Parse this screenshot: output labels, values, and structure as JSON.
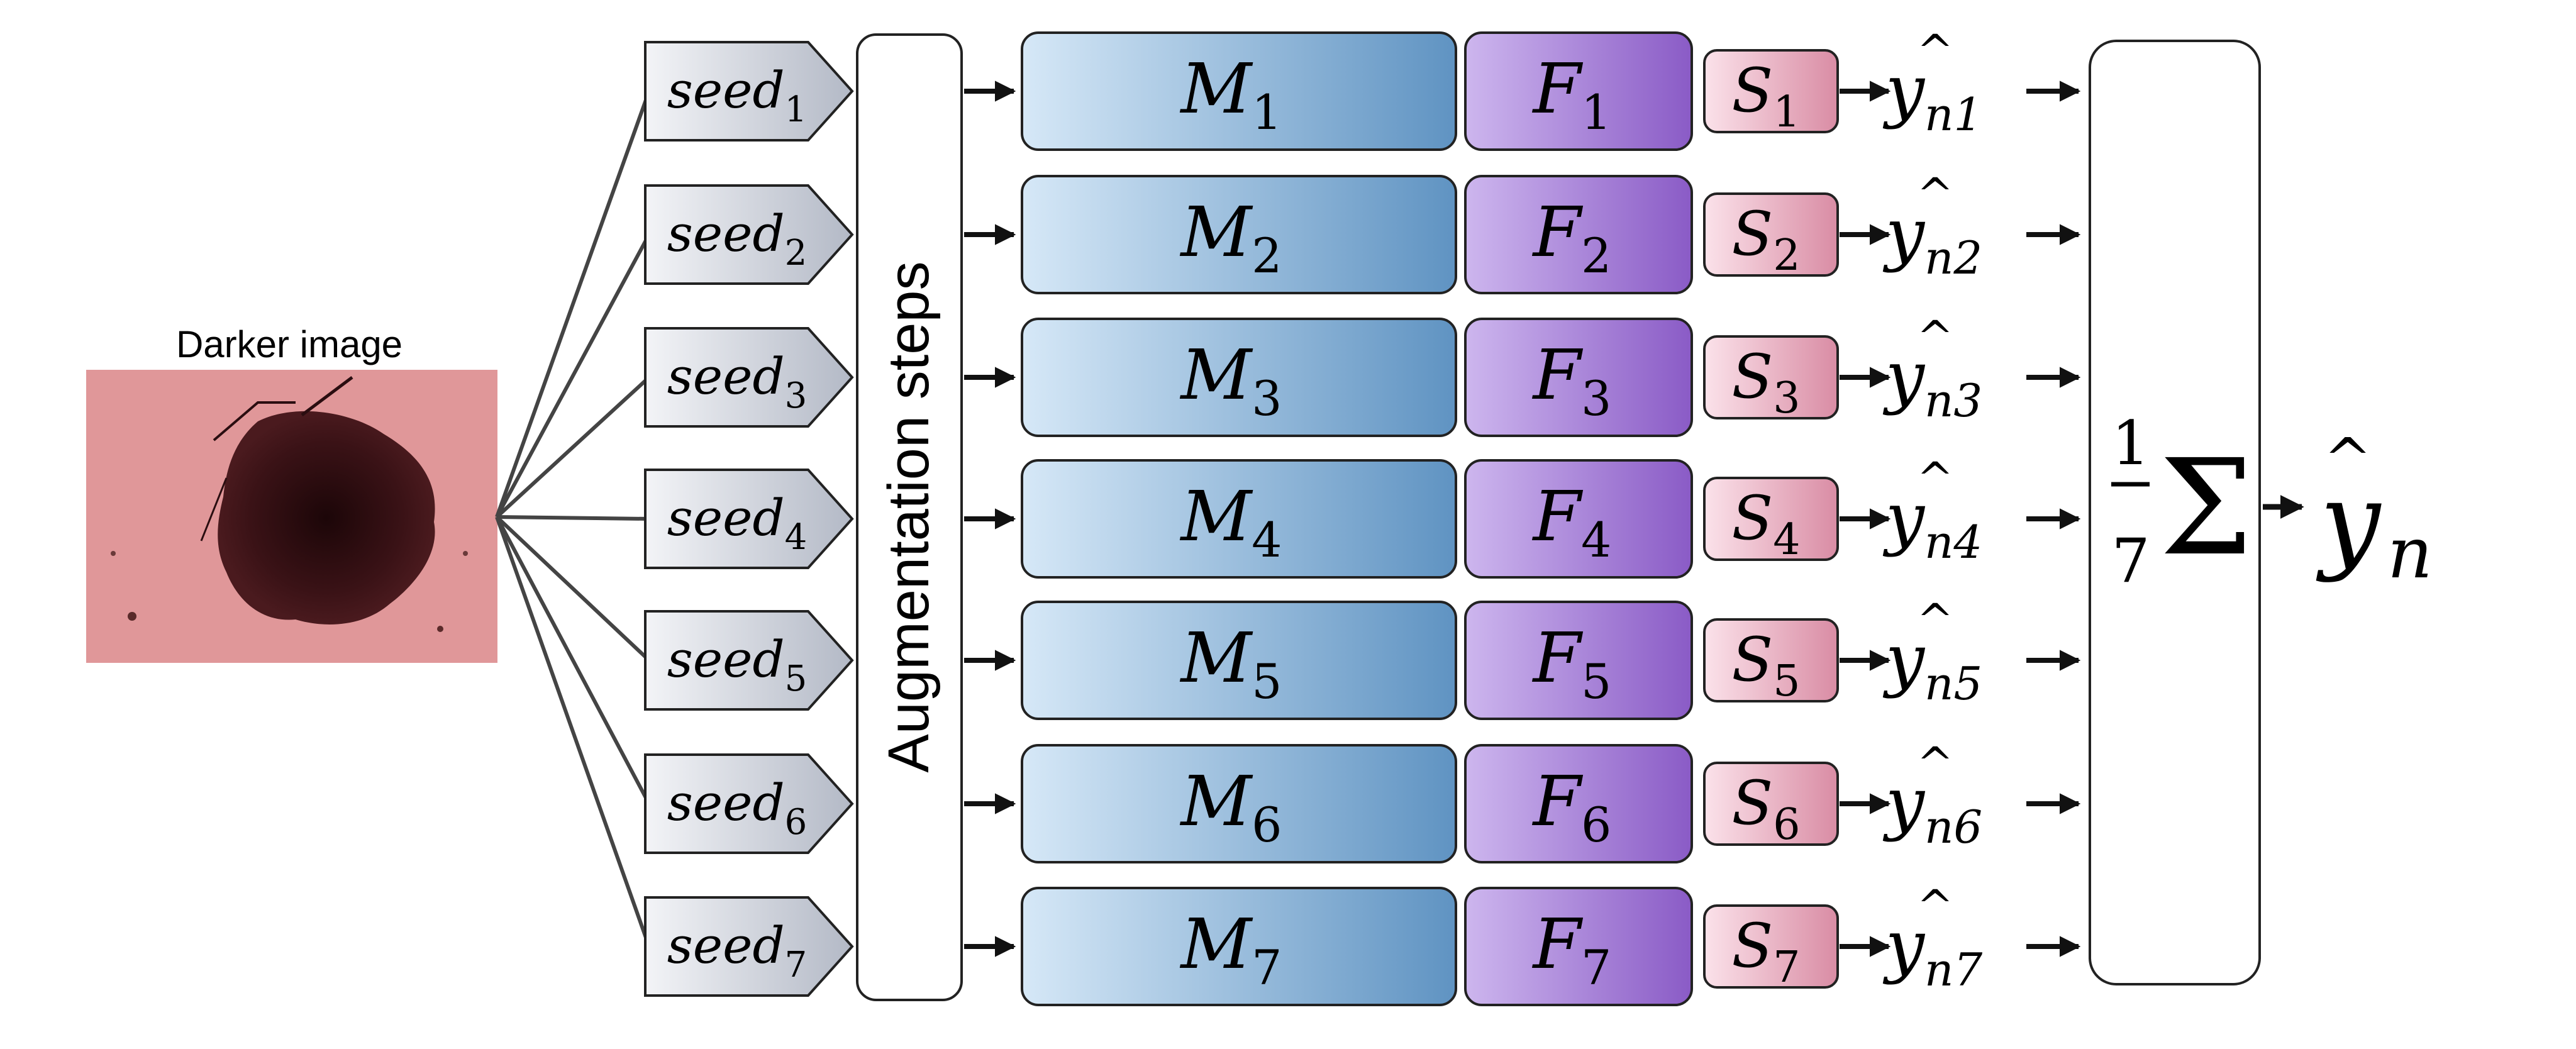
{
  "input": {
    "caption": "Darker image"
  },
  "augmentation": {
    "label": "Augmentation steps"
  },
  "rows": [
    {
      "seed": "seed",
      "seed_sub": "1",
      "model": "M",
      "model_sub": "1",
      "feat": "F",
      "feat_sub": "1",
      "score": "S",
      "score_sub": "1",
      "pred": "y",
      "pred_sub": "n1"
    },
    {
      "seed": "seed",
      "seed_sub": "2",
      "model": "M",
      "model_sub": "2",
      "feat": "F",
      "feat_sub": "2",
      "score": "S",
      "score_sub": "2",
      "pred": "y",
      "pred_sub": "n2"
    },
    {
      "seed": "seed",
      "seed_sub": "3",
      "model": "M",
      "model_sub": "3",
      "feat": "F",
      "feat_sub": "3",
      "score": "S",
      "score_sub": "3",
      "pred": "y",
      "pred_sub": "n3"
    },
    {
      "seed": "seed",
      "seed_sub": "4",
      "model": "M",
      "model_sub": "4",
      "feat": "F",
      "feat_sub": "4",
      "score": "S",
      "score_sub": "4",
      "pred": "y",
      "pred_sub": "n4"
    },
    {
      "seed": "seed",
      "seed_sub": "5",
      "model": "M",
      "model_sub": "5",
      "feat": "F",
      "feat_sub": "5",
      "score": "S",
      "score_sub": "5",
      "pred": "y",
      "pred_sub": "n5"
    },
    {
      "seed": "seed",
      "seed_sub": "6",
      "model": "M",
      "model_sub": "6",
      "feat": "F",
      "feat_sub": "6",
      "score": "S",
      "score_sub": "6",
      "pred": "y",
      "pred_sub": "n6"
    },
    {
      "seed": "seed",
      "seed_sub": "7",
      "model": "M",
      "model_sub": "7",
      "feat": "F",
      "feat_sub": "7",
      "score": "S",
      "score_sub": "7",
      "pred": "y",
      "pred_sub": "n7"
    }
  ],
  "aggregate": {
    "numerator": "1",
    "denominator": "7",
    "operator": "Σ"
  },
  "output": {
    "symbol": "y",
    "sub": "n"
  },
  "colors": {
    "seed_fill_light": "#f3f4f7",
    "seed_fill_dark": "#b3b9c6",
    "model_fill_light": "#d6e8f7",
    "model_fill_dark": "#5f93c2",
    "feat_fill_light": "#cdb6ee",
    "feat_fill_dark": "#8a5bc6",
    "score_fill_light": "#fbe2ea",
    "score_fill_dark": "#d98ca4",
    "stroke": "#222222",
    "connector": "#444444",
    "skin": "#dc8f93",
    "lesion": "#3a1216"
  }
}
